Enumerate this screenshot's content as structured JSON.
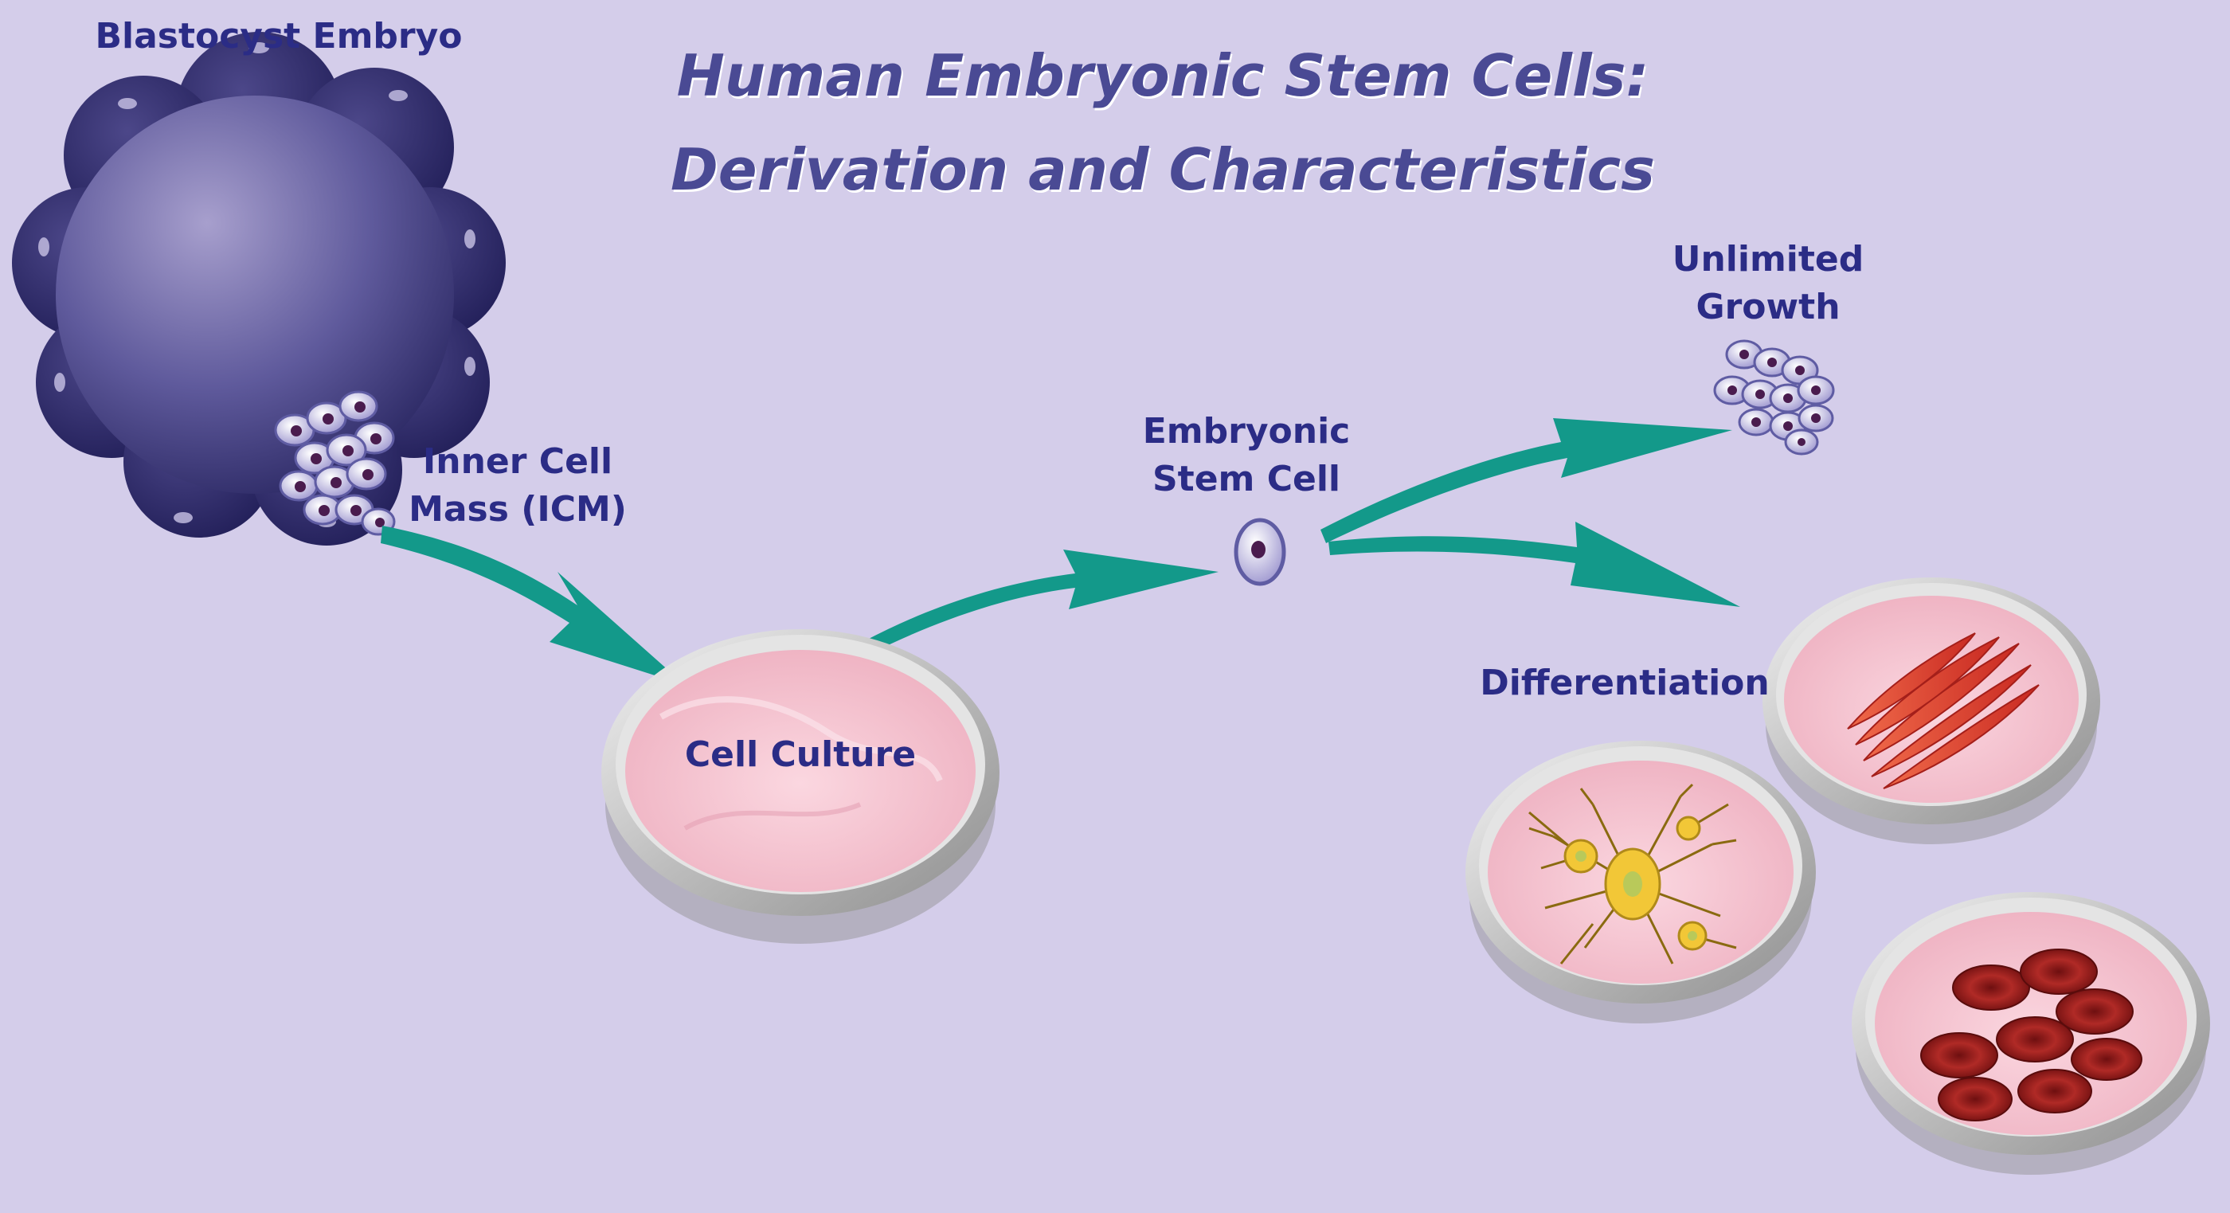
{
  "title": {
    "line1": "Human Embryonic Stem Cells:",
    "line2": "Derivation and Characteristics"
  },
  "labels": {
    "blastocyst": "Blastocyst Embryo",
    "icm_line1": "Inner Cell",
    "icm_line2": "Mass (ICM)",
    "cell_culture": "Cell Culture",
    "es_cell_line1": "Embryonic",
    "es_cell_line2": "Stem Cell",
    "growth_line1": "Unlimited",
    "growth_line2": "Growth",
    "differentiation": "Differentiation"
  },
  "colors": {
    "background": "#d4cdea",
    "label_text": "#2b2c86",
    "title_text": "#4a4a94",
    "arrow": "#13998a",
    "embryo": "#34316e",
    "dish_rim": "#b3b3b3",
    "culture_medium": "#f1bccb",
    "neuron": "#f2c737",
    "muscle": "#d9352b",
    "blood_cell": "#a11d1d"
  }
}
